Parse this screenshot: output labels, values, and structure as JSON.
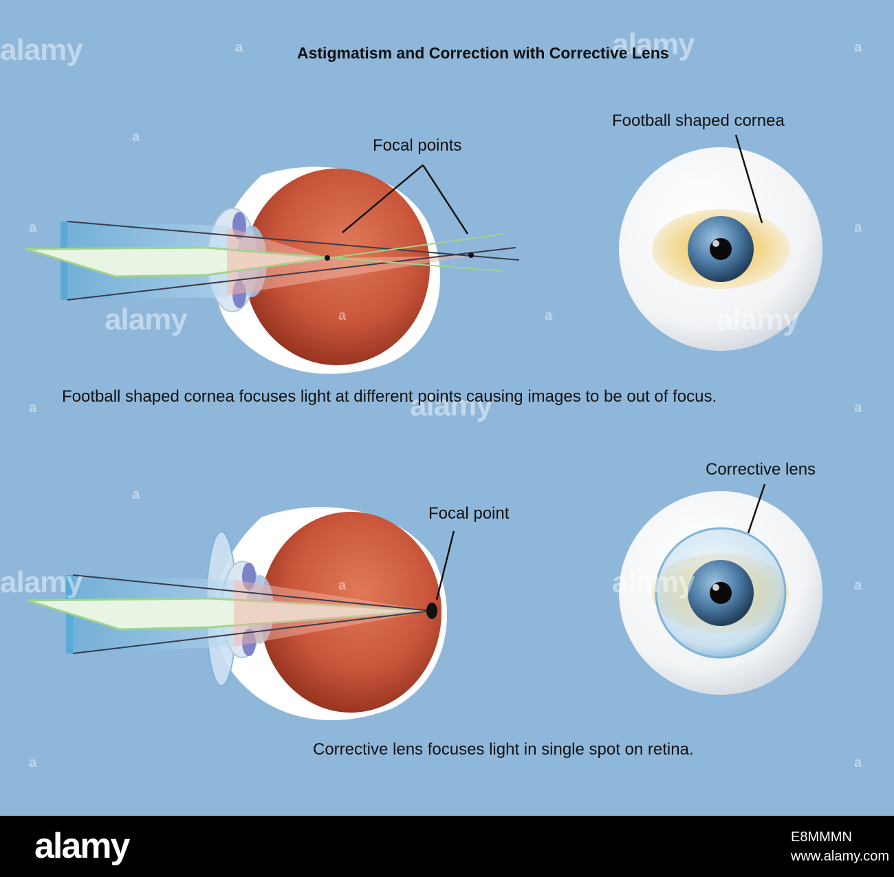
{
  "title": "Astigmatism and Correction with Corrective Lens",
  "top_panel": {
    "label_focal_points": "Focal points",
    "label_cornea": "Football shaped cornea",
    "caption": "Football shaped cornea focuses light at different points causing images to be out of focus."
  },
  "bottom_panel": {
    "label_focal_point": "Focal point",
    "label_lens": "Corrective lens",
    "caption": "Corrective lens focuses light in single spot on retina."
  },
  "watermark": {
    "word": "alamy",
    "glyph": "a"
  },
  "footer": {
    "logo": "alamy",
    "image_code": "E8MMMN",
    "url": "www.alamy.com"
  },
  "colors": {
    "background": "#8fb7da",
    "eyeball": "#c8553a",
    "sclera": "#ffffff",
    "iris": "#4f7ea8",
    "cornea_halo": "#f3d58a",
    "green_beam": "#9fd48c",
    "blue_beam": "#5aa9d6"
  }
}
